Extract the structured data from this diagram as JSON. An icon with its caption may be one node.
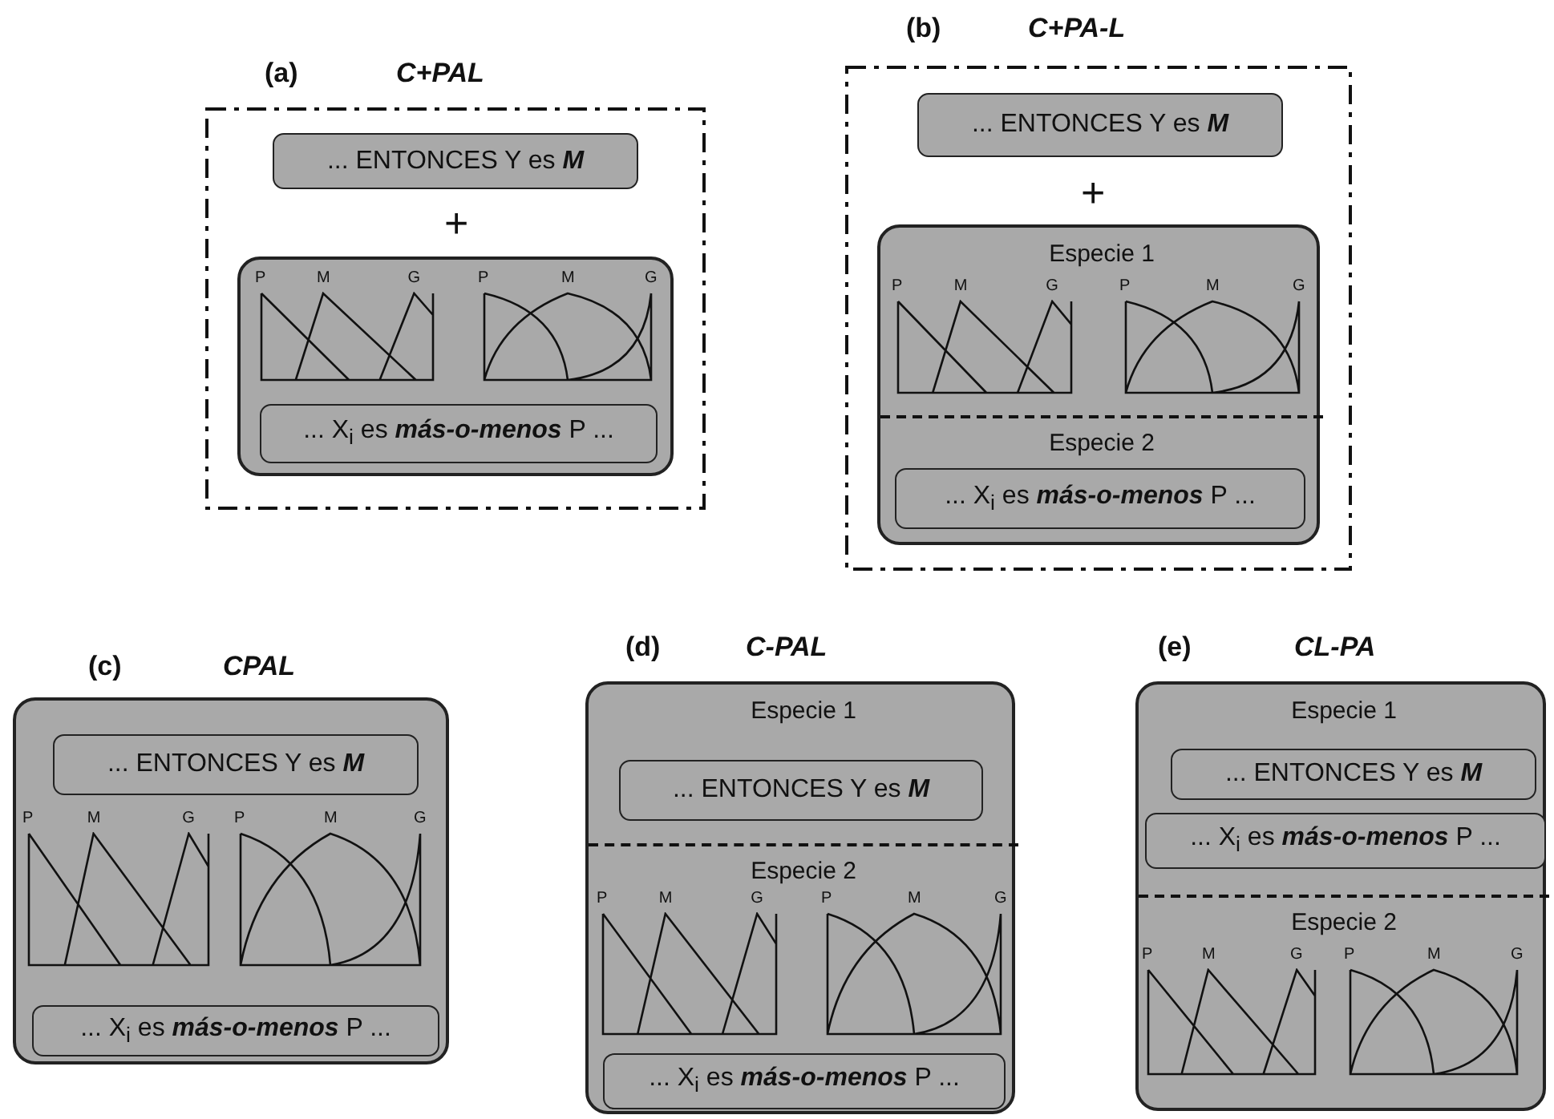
{
  "diagram": {
    "nodes": [
      {
        "text": [
          "(a)",
          "C+PAL"
        ]
      },
      {
        "text": [
          "... ENTONCES Y es **M**"
        ],
        "in": 0
      },
      {
        "text": [],
        "shape": "box",
        "in": 0
      },
      {
        "text": [
          "... X$_{i}$ es **más-o-menos** P ..."
        ],
        "in": 2
      },
      {
        "text": [
          "(b)",
          "C+PA-L"
        ]
      },
      {
        "text": [
          "... ENTONCES Y es **M**"
        ],
        "in": 4
      },
      {
        "text": [],
        "shape": "box",
        "in": 4
      },
      {
        "text": [
          "Especie 1"
        ],
        "in": 6
      },
      {
        "text": [
          "Especie 2"
        ],
        "in": 6
      },
      {
        "text": [
          "... X$_{i}$ es **más-o-menos** P ..."
        ],
        "in": 8
      },
      {
        "text": [
          "(c)",
          "CPAL"
        ]
      },
      {
        "text": [
          "... ENTONCES Y es **M**"
        ],
        "in": 10
      },
      {
        "text": [
          "... X$_{i}$ es **más-o-menos** P ..."
        ],
        "in": 10
      },
      {
        "text": [
          "(d)",
          "C-PAL"
        ]
      },
      {
        "text": [
          "Especie 1"
        ],
        "in": 13
      },
      {
        "text": [
          "... ENTONCES Y es **M**"
        ],
        "in": 14
      },
      {
        "text": [
          "Especie 2"
        ],
        "in": 13
      },
      {
        "text": [
          "... X$_{i}$ es **más-o-menos** P ..."
        ],
        "in": 16
      },
      {
        "text": [
          "(e)",
          "CL-PA"
        ]
      },
      {
        "text": [
          "Especie 1"
        ],
        "in": 18
      },
      {
        "text": [
          "... ENTONCES Y es **M**"
        ],
        "in": 19
      },
      {
        "text": [
          "... X$_{i}$ es **más-o-menos** P ..."
        ],
        "in": 19
      },
      {
        "text": [
          "Especie 2"
        ],
        "in": 18
      }
    ],
    "edges": [],
    "labels": [
      "+",
      "P",
      "M",
      "G",
      "P",
      "M",
      "G",
      "+",
      "P",
      "M",
      "G",
      "P",
      "M",
      "G",
      "P",
      "M",
      "G",
      "P",
      "M",
      "G",
      "P",
      "M",
      "G",
      "P",
      "M",
      "G",
      "P",
      "M",
      "G",
      "P",
      "M",
      "G"
    ]
  }
}
